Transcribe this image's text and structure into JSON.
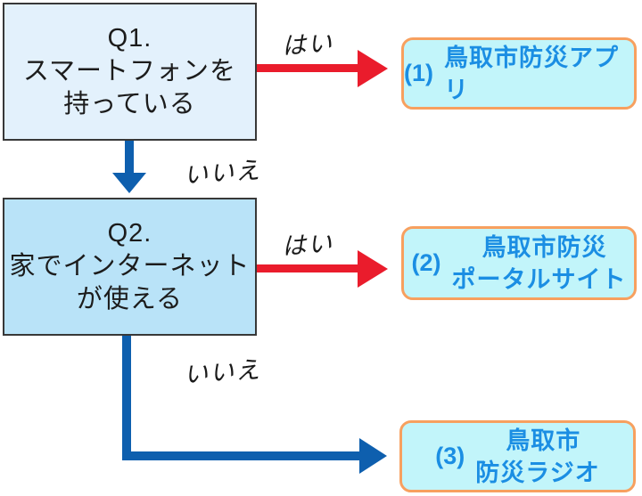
{
  "colors": {
    "canvas-bg": "#ffffff",
    "red": "#ea1c2c",
    "blue": "#0e5fae",
    "q1-fill": "#e3f1fc",
    "q2-fill": "#b9e3f8",
    "qbox-border": "#383838",
    "result-fill": "#c2f5fa",
    "result-border": "#f7a05f",
    "result-text": "#1b8ee3",
    "label-text": "#1a1a1a",
    "question-text": "#1c1c1c"
  },
  "questions": [
    {
      "lines": [
        "Q1.",
        "スマートフォンを",
        "持っている"
      ]
    },
    {
      "lines": [
        "Q2.",
        "家でインターネット",
        "が使える"
      ]
    }
  ],
  "labels": {
    "yes": "はい",
    "no": "いいえ"
  },
  "results": [
    {
      "number": "(1)",
      "lines": [
        "鳥取市防災アプリ"
      ]
    },
    {
      "number": "(2)",
      "lines": [
        "鳥取市防災",
        "ポータルサイト"
      ]
    },
    {
      "number": "(3)",
      "lines": [
        "鳥取市",
        "防災ラジオ"
      ]
    }
  ]
}
